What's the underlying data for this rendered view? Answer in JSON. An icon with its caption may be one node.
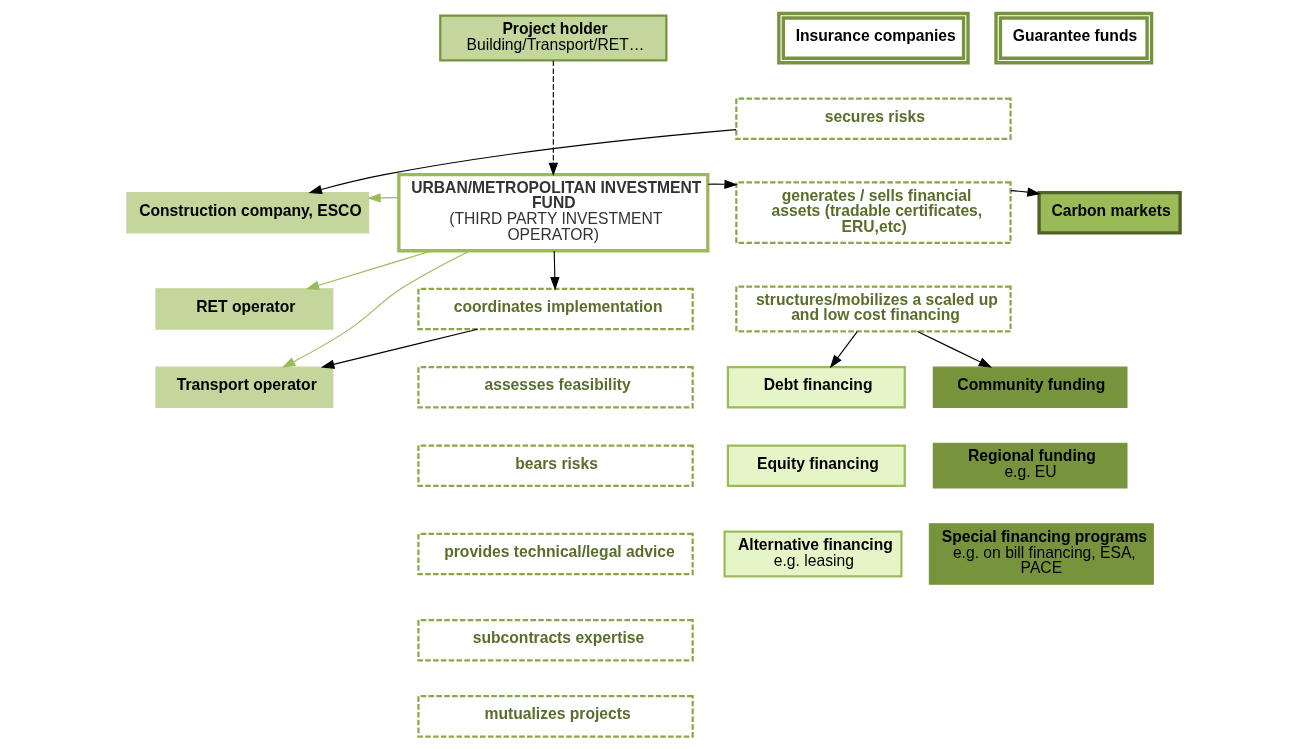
{
  "diagram": {
    "nodes": [
      {
        "text": [
          "Project holder",
          "Building/Transport/RET…"
        ]
      },
      {
        "text": [
          "Insurance companies"
        ]
      },
      {
        "text": [
          "Guarantee funds"
        ]
      },
      {
        "text": [
          "Construction company, ESCO"
        ]
      },
      {
        "text": [
          "RET operator"
        ]
      },
      {
        "text": [
          "Transport operator"
        ]
      },
      {
        "text": [
          "URBAN/METROPOLITAN INVESTMENT FUND",
          "(THIRD PARTY INVESTMENT OPERATOR)"
        ]
      },
      {
        "text": [
          "secures risks"
        ]
      },
      {
        "text": [
          "generates / sells financial assets (tradable certificates, ERU,etc)"
        ]
      },
      {
        "text": [
          "structures/mobilizes a scaled up and low cost financing"
        ]
      },
      {
        "text": [
          "Carbon markets"
        ]
      },
      {
        "text": [
          "coordinates implementation"
        ]
      },
      {
        "text": [
          "assesses feasibility"
        ]
      },
      {
        "text": [
          "bears risks"
        ]
      },
      {
        "text": [
          "provides technical/legal advice"
        ]
      },
      {
        "text": [
          "subcontracts expertise"
        ]
      },
      {
        "text": [
          "mutualizes projects"
        ]
      },
      {
        "text": [
          "Debt financing"
        ]
      },
      {
        "text": [
          "Community funding"
        ]
      },
      {
        "text": [
          "Equity financing"
        ]
      },
      {
        "text": [
          "**Regional funding** e.g. EU"
        ]
      },
      {
        "text": [
          "**Alternative financing** e.g. leasing"
        ]
      },
      {
        "text": [
          "**Special financing programs** e.g. on bill financing, ESA, PACE"
        ]
      }
    ],
    "edges": [
      {
        "from": 0,
        "to": 6,
        "arrow": "to",
        "style": "dashed"
      },
      {
        "from": 7,
        "to": 3,
        "arrow": "to"
      },
      {
        "from": 6,
        "to": 3,
        "arrow": "to",
        "color": "#9bbb59"
      },
      {
        "from": 6,
        "to": 4,
        "arrow": "to",
        "color": "#9bbb59"
      },
      {
        "from": 6,
        "to": 5,
        "arrow": "to",
        "color": "#9bbb59"
      },
      {
        "from": 6,
        "to": 8,
        "arrow": "to"
      },
      {
        "from": 8,
        "to": 10,
        "arrow": "to"
      },
      {
        "from": 6,
        "to": 11,
        "arrow": "to"
      },
      {
        "from": 11,
        "to": 5,
        "arrow": "to"
      },
      {
        "from": 9,
        "to": 17,
        "arrow": "to"
      },
      {
        "from": 9,
        "to": 18,
        "arrow": "to"
      }
    ]
  }
}
